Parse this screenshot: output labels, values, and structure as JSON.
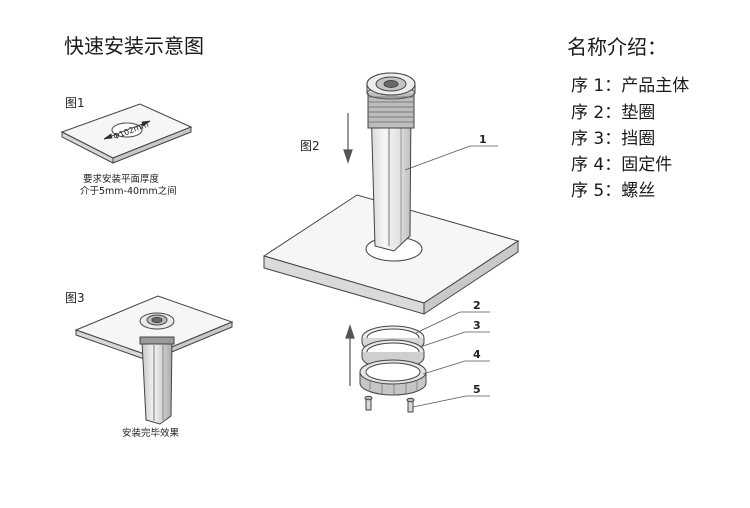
{
  "title": "快速安装示意图",
  "legend": {
    "title": "名称介绍：",
    "items": [
      {
        "no": "序 1：",
        "name": "产品主体"
      },
      {
        "no": "序 2：",
        "name": "垫圈"
      },
      {
        "no": "序 3：",
        "name": "挡圈"
      },
      {
        "no": "序 4：",
        "name": "固定件"
      },
      {
        "no": "序 5：",
        "name": "螺丝"
      }
    ]
  },
  "figures": {
    "fig1": {
      "label": "图1",
      "hole_label": "Φ102mm",
      "note_line1": "要求安装平面厚度",
      "note_line2": "介于5mm-40mm之间"
    },
    "fig2": {
      "label": "图2",
      "callouts": [
        "1",
        "2",
        "3",
        "4",
        "5"
      ]
    },
    "fig3": {
      "label": "图3",
      "caption": "安装完毕效果"
    }
  }
}
